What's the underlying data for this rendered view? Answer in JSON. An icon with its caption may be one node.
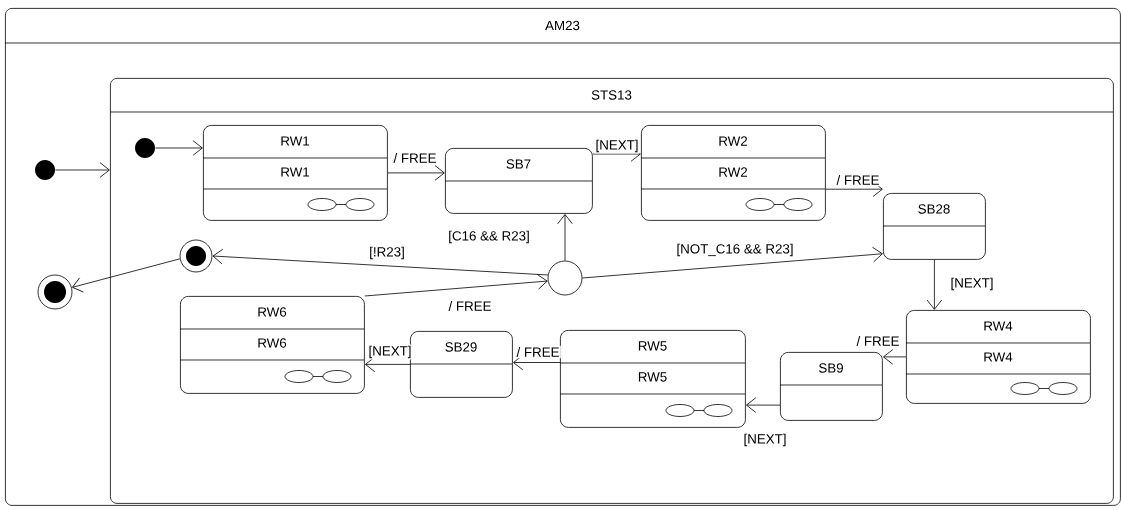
{
  "diagram": {
    "nodes": [
      {
        "text": [
          "AM23"
        ]
      },
      {
        "text": [
          "STS13"
        ],
        "in": 0
      },
      {
        "text": [],
        "shape": "circle",
        "in": 0
      },
      {
        "text": [],
        "shape": "circle",
        "in": 0
      },
      {
        "text": [],
        "shape": "circle",
        "in": 1
      },
      {
        "text": [
          "RW1",
          "RW1"
        ],
        "in": 1
      },
      {
        "text": [
          "SB7"
        ],
        "in": 1
      },
      {
        "text": [
          "RW2",
          "RW2"
        ],
        "in": 1
      },
      {
        "text": [
          "SB28"
        ],
        "in": 1
      },
      {
        "text": [
          "RW4",
          "RW4"
        ],
        "in": 1
      },
      {
        "text": [
          "SB9"
        ],
        "in": 1
      },
      {
        "text": [
          "RW5",
          "RW5"
        ],
        "in": 1
      },
      {
        "text": [
          "SB29"
        ],
        "in": 1
      },
      {
        "text": [
          "RW6",
          "RW6"
        ],
        "in": 1
      },
      {
        "text": [],
        "shape": "circle",
        "in": 1
      },
      {
        "text": [],
        "shape": "circle",
        "in": 1
      }
    ],
    "edges": [
      {
        "from": 2,
        "to": 1,
        "arrow": "to"
      },
      {
        "from": 4,
        "to": 5,
        "arrow": "to"
      },
      {
        "from": 5,
        "to": 6,
        "arrow": "to",
        "label": "/ FREE"
      },
      {
        "from": 6,
        "to": 7,
        "arrow": "to",
        "label": "[NEXT]"
      },
      {
        "from": 7,
        "to": 8,
        "arrow": "to",
        "label": "/ FREE"
      },
      {
        "from": 8,
        "to": 9,
        "arrow": "to",
        "label": "[NEXT]"
      },
      {
        "from": 9,
        "to": 10,
        "arrow": "to",
        "label": "/ FREE"
      },
      {
        "from": 10,
        "to": 11,
        "arrow": "to",
        "label": "[NEXT]"
      },
      {
        "from": 11,
        "to": 12,
        "arrow": "to",
        "label": "/ FREE"
      },
      {
        "from": 12,
        "to": 13,
        "arrow": "to",
        "label": "[NEXT]"
      },
      {
        "from": 13,
        "to": 15,
        "arrow": "to",
        "label": "/ FREE"
      },
      {
        "from": 15,
        "to": 6,
        "arrow": "to",
        "label": "[C16 && R23]"
      },
      {
        "from": 15,
        "to": 8,
        "arrow": "to",
        "label": "[NOT_C16 && R23]"
      },
      {
        "from": 15,
        "to": 14,
        "arrow": "to",
        "label": "[!R23]"
      },
      {
        "from": 14,
        "to": 3,
        "arrow": "to"
      }
    ]
  }
}
